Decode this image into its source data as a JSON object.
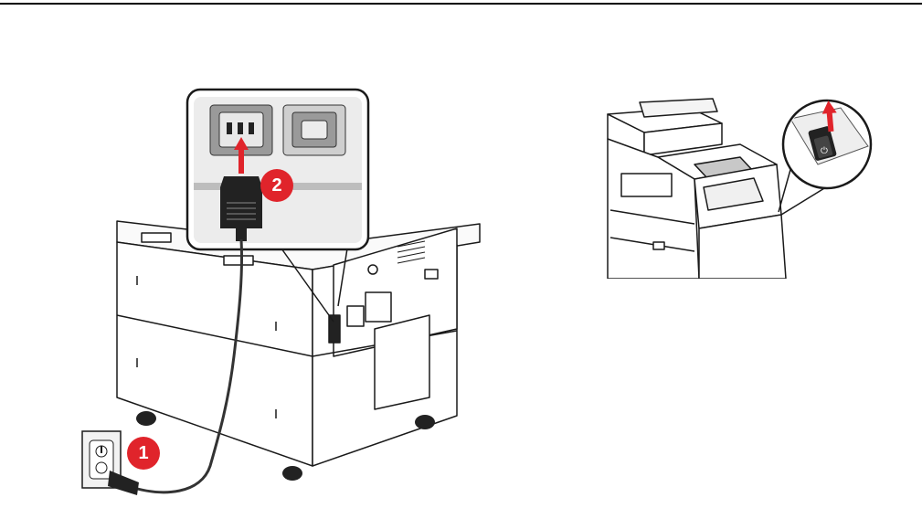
{
  "document": {
    "figures": [
      {
        "id": "power-cord-connection",
        "steps": [
          "1",
          "2"
        ]
      },
      {
        "id": "power-switch",
        "symbol": "⏻"
      }
    ]
  },
  "colors": {
    "callout_red": "#e0242b",
    "line": "#1a1a1a",
    "device_fill": "#ffffff",
    "shadow_gray": "#d8d8d8"
  }
}
